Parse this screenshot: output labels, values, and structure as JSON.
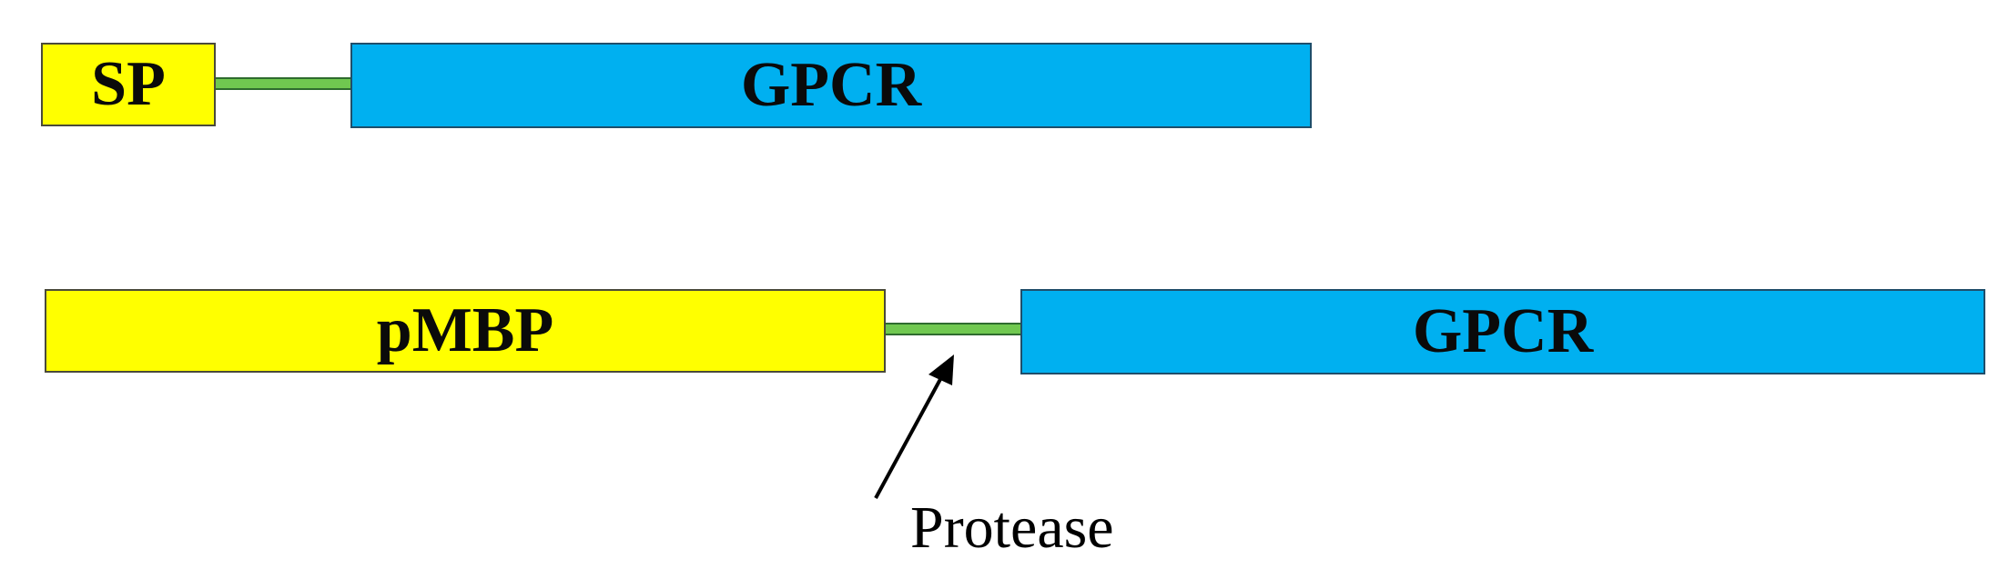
{
  "construct_1": {
    "signal_peptide_label": "SP",
    "receptor_label": "GPCR"
  },
  "construct_2": {
    "fusion_partner_label": "pMBP",
    "receptor_label": "GPCR",
    "cleavage_site_label": "Protease"
  },
  "colors": {
    "tag_fill": "#ffff00",
    "receptor_fill": "#00b0f0",
    "linker_fill": "#70c850",
    "arrow": "#000000"
  },
  "icons": {
    "cleavage_pointer": "arrow-up-right-icon"
  }
}
